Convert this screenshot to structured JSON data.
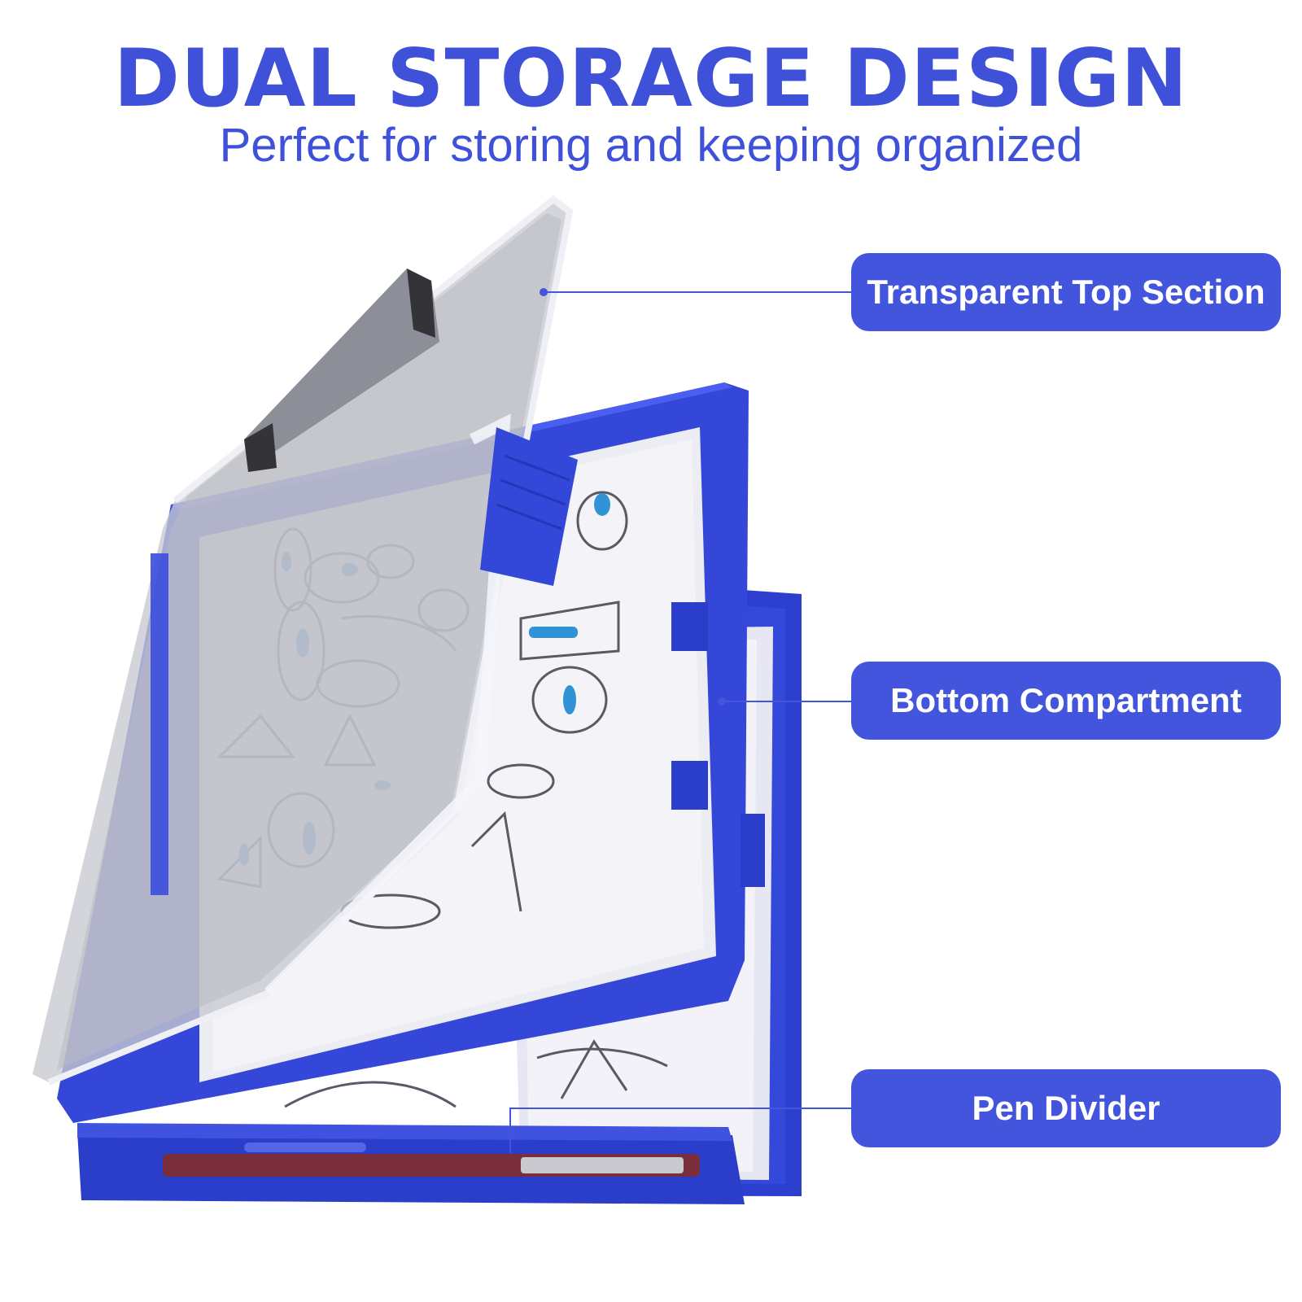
{
  "header": {
    "title": "DUAL STORAGE DESIGN",
    "subtitle": "Perfect for storing and keeping organized"
  },
  "callouts": [
    {
      "label": "Transparent Top Section"
    },
    {
      "label": "Bottom Compartment"
    },
    {
      "label": "Pen Divider"
    }
  ],
  "colors": {
    "brand_blue": "#3f51d8",
    "label_blue": "#4255dc",
    "case_blue": "#2f43d6"
  }
}
